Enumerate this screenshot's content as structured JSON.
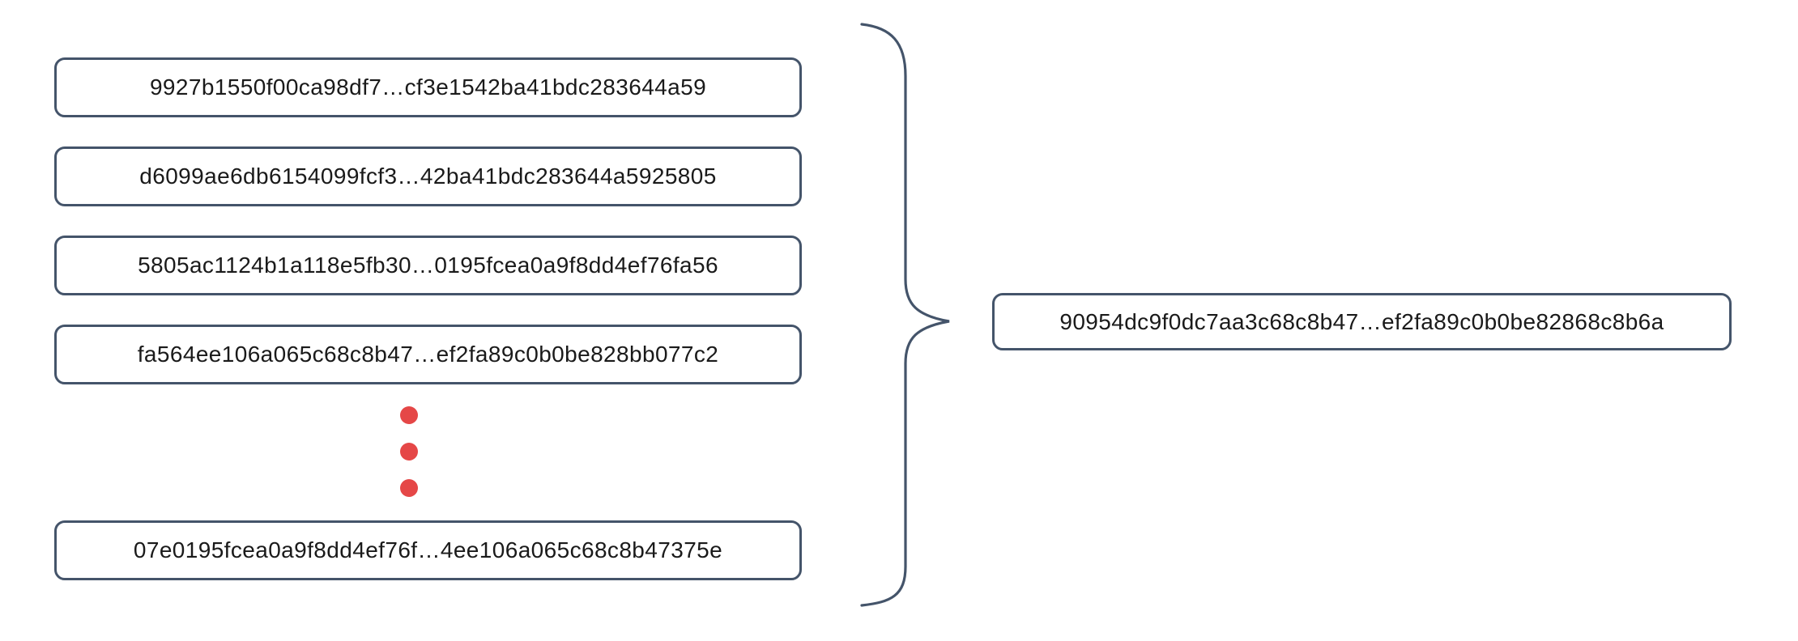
{
  "colors": {
    "box_border": "#44546a",
    "brace": "#44546a",
    "dots": "#e54747",
    "text": "#1a1a1a",
    "background": "#ffffff"
  },
  "left_column": {
    "hashes": [
      "9927b1550f00ca98df7…cf3e1542ba41bdc283644a59",
      "d6099ae6db6154099fcf3…42ba41bdc283644a5925805",
      "5805ac1124b1a118e5fb30…0195fcea0a9f8dd4ef76fa56",
      "fa564ee106a065c68c8b47…ef2fa89c0b0be828bb077c2",
      "07e0195fcea0a9f8dd4ef76f…4ee106a065c68c8b47375e"
    ]
  },
  "ellipsis": {
    "dot_count": 3
  },
  "result": {
    "hash": "90954dc9f0dc7aa3c68c8b47…ef2fa89c0b0be82868c8b6a"
  }
}
